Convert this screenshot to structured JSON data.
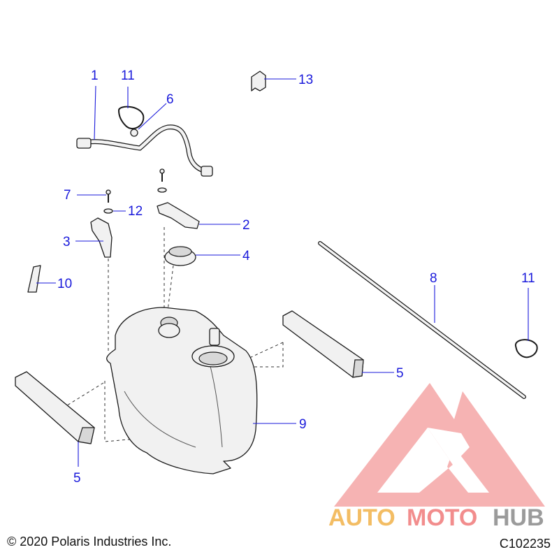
{
  "callouts": {
    "c1": "1",
    "c2": "2",
    "c3": "3",
    "c4": "4",
    "c5a": "5",
    "c5b": "5",
    "c6": "6",
    "c7": "7",
    "c8": "8",
    "c9": "9",
    "c10": "10",
    "c11a": "11",
    "c11b": "11",
    "c12": "12",
    "c13": "13"
  },
  "footer": {
    "copyright": "© 2020 Polaris Industries Inc.",
    "drawing_id": "C102235"
  },
  "watermark": {
    "part1": "AUTO",
    "part2": "MOTO",
    "part3": "HUB"
  },
  "colors": {
    "callout": "#1a1adb",
    "watermark_red": "#f07a7a",
    "watermark_orange": "#f2b24a",
    "watermark_gray": "#8a8a8a"
  }
}
